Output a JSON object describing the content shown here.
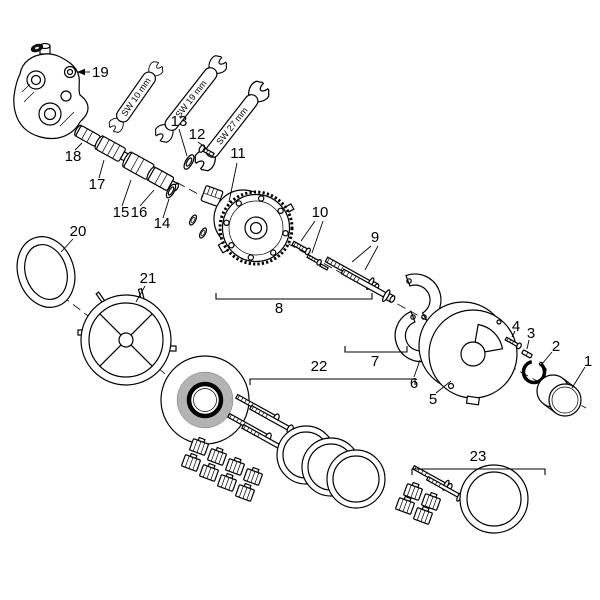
{
  "figure": {
    "background": "#ffffff",
    "ink": "#000000",
    "shade_gray": "#b3b3b3",
    "description": "exploded-parts-diagram-of-concealed-shower-mixer",
    "tools": [
      {
        "name": "wrench-sw10",
        "label": "SW 10 mm"
      },
      {
        "name": "wrench-sw19",
        "label": "SW 19 mm"
      },
      {
        "name": "wrench-sw27",
        "label": "SW 27 mm"
      }
    ],
    "parts": [
      {
        "num": "1"
      },
      {
        "num": "2"
      },
      {
        "num": "3"
      },
      {
        "num": "4"
      },
      {
        "num": "5"
      },
      {
        "num": "6"
      },
      {
        "num": "7"
      },
      {
        "num": "8"
      },
      {
        "num": "9"
      },
      {
        "num": "10"
      },
      {
        "num": "11"
      },
      {
        "num": "12"
      },
      {
        "num": "13"
      },
      {
        "num": "14"
      },
      {
        "num": "15"
      },
      {
        "num": "16"
      },
      {
        "num": "17"
      },
      {
        "num": "18"
      },
      {
        "num": "19"
      },
      {
        "num": "20"
      },
      {
        "num": "21"
      },
      {
        "num": "22"
      },
      {
        "num": "23"
      }
    ]
  }
}
